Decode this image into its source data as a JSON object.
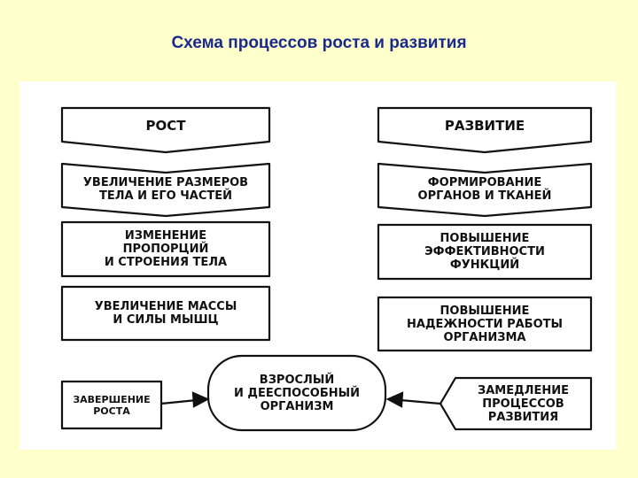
{
  "title": "Схема процессов роста и развития",
  "diagram": {
    "growth": {
      "header": "РОСТ",
      "steps": [
        "УВЕЛИЧЕНИЕ РАЗМЕРОВ\nТЕЛА И ЕГО ЧАСТЕЙ",
        "ИЗМЕНЕНИЕ\nПРОПОРЦИЙ\nИ СТРОЕНИЯ ТЕЛА",
        "УВЕЛИЧЕНИЕ МАССЫ\nИ СИЛЫ МЫШЦ"
      ],
      "end": "ЗАВЕРШЕНИЕ\nРОСТА"
    },
    "development": {
      "header": "РАЗВИТИЕ",
      "steps": [
        "ФОРМИРОВАНИЕ\nОРГАНОВ И ТКАНЕЙ",
        "ПОВЫШЕНИЕ\nЭФФЕКТИВНОСТИ\nФУНКЦИЙ",
        "ПОВЫШЕНИЕ\nНАДЕЖНОСТИ РАБОТЫ\nОРГАНИЗМА"
      ],
      "end": "ЗАМЕДЛЕНИЕ\nПРОЦЕССОВ\nРАЗВИТИЯ"
    },
    "center": "ВЗРОСЛЫЙ\nИ ДЕЕСПОСОБНЫЙ\nОРГАНИЗМ"
  }
}
